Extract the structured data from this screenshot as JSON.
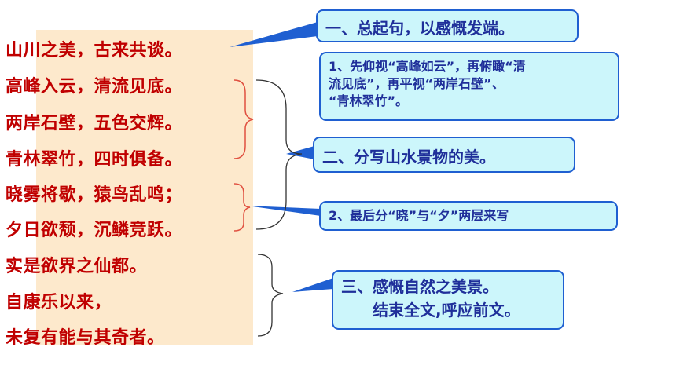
{
  "poem_lines": [
    "山川之美，古来共谈。",
    "高峰入云，清流见底。",
    "两岸石壁，五色交辉。",
    "青林翠竹，四时俱备。",
    "晓雾将歇，猿鸟乱鸣；",
    "夕日欲颓，沉鳞竞跃。",
    "实是欲界之仙都。",
    "自康乐以来，",
    "未复有能与其奇者。"
  ],
  "callouts": {
    "one": "一、总起句，以感慨发端。",
    "detail_one": {
      "line1": "1、先仰视“高峰如云”，再俯瞰“清",
      "line2": "流见底”，再平视“两岸石壁”、",
      "line3": "“青林翠竹”。"
    },
    "two": "二、分写山水景物的美。",
    "detail_two": "2、最后分“晓”与“夕”两层来写",
    "three": {
      "line1": "三、感慨自然之美景。",
      "line2": "结束全文,呼应前文。"
    }
  },
  "colors": {
    "poem_text": "#c00000",
    "panel_bg": "#fde9cc",
    "callout_bg": "#ccf6fb",
    "callout_border": "#1f5fd1",
    "callout_text": "#1f2f9a",
    "small_brace": "#e05040",
    "large_brace": "#333333"
  }
}
